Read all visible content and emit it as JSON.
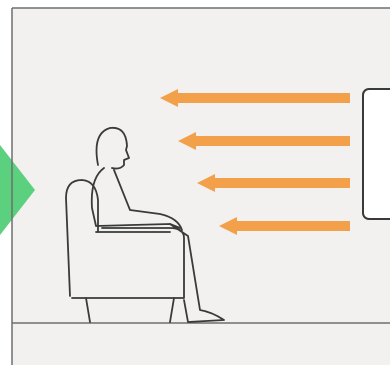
{
  "scene": {
    "subject": "person-seated-in-armchair",
    "object": "wall-mounted-screen",
    "arrow_count": 4,
    "arrow_direction": "left"
  },
  "colors": {
    "page": "#ffffff",
    "panel": "#f2f1ef",
    "frame_stroke": "#6f6f6f",
    "line_art": "#3a3a3a",
    "arrow": "#f2a04a",
    "side_marker": "#5bd07e",
    "screen_fill": "#ffffff"
  },
  "icons": {
    "side_marker": "chevron-right-icon"
  }
}
